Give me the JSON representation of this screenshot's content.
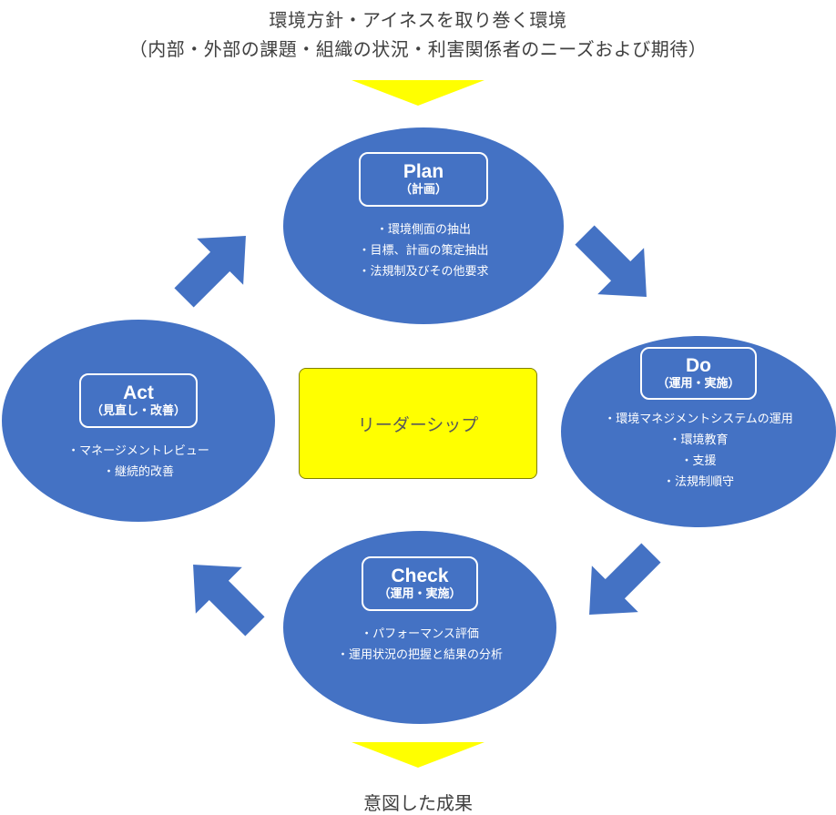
{
  "header": {
    "line1": "環境方針・アイネスを取り巻く環境",
    "line2": "（内部・外部の課題・組織の状況・利害関係者のニーズおよび期待）"
  },
  "footer": {
    "text": "意図した成果"
  },
  "center": {
    "text": "リーダーシップ"
  },
  "colors": {
    "ellipse": "#4472c4",
    "arrow": "#4472c4",
    "center_fill": "#ffff00",
    "triangle": "#ffff00"
  },
  "nodes": {
    "plan": {
      "title": "Plan",
      "subtitle": "（計画）",
      "items": [
        "・環境側面の抽出",
        "・目標、計画の策定抽出",
        "・法規制及びその他要求"
      ]
    },
    "do": {
      "title": "Do",
      "subtitle": "（運用・実施）",
      "items": [
        "・環境マネジメントシステムの運用",
        "・環境教育",
        "・支援",
        "・法規制順守"
      ]
    },
    "check": {
      "title": "Check",
      "subtitle": "（運用・実施）",
      "items": [
        "・パフォーマンス評価",
        "・運用状況の把握と結果の分析"
      ]
    },
    "act": {
      "title": "Act",
      "subtitle": "（見直し・改善）",
      "items": [
        "・マネージメントレビュー",
        "・継続的改善"
      ]
    }
  }
}
